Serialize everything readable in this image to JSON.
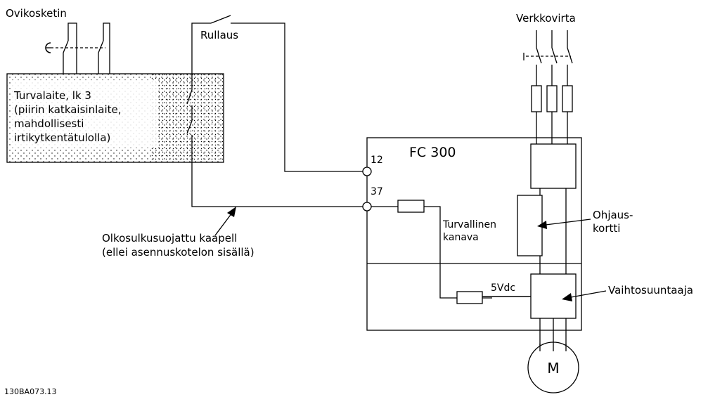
{
  "labels": {
    "door_switch": "Ovikosketin",
    "roll": "Rullaus",
    "mains": "Verkkovirta",
    "safety_device_line1": "Turvalaite, lk 3",
    "safety_device_line2": "(piirin katkaisinlaite,",
    "safety_device_line3": "mahdollisesti",
    "safety_device_line4": "irtikytkentätulolla)",
    "drive_name": "FC 300",
    "terminal_12": "12",
    "terminal_37": "37",
    "safe_channel_line1": "Turvallinen",
    "safe_channel_line2": "kanava",
    "control_card_line1": "Ohjaus-",
    "control_card_line2": "kortti",
    "inverter": "Vaihtosuuntaaja",
    "supply_5v": "5Vdc",
    "cable_line1": "Olkosulkusuojattu kaapell",
    "cable_line2": "(ellei asennuskotelon sisällä)",
    "motor": "M",
    "figure_code": "130BA073.13"
  }
}
